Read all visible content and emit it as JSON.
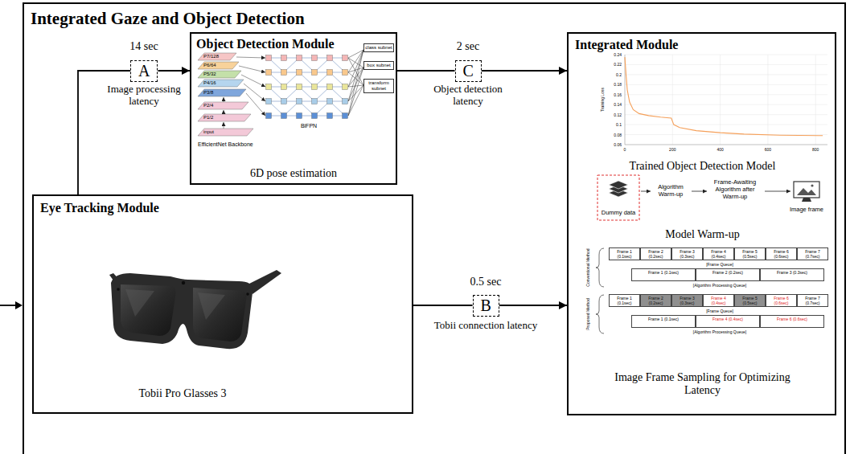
{
  "diagram": {
    "nodes": [
      {
        "text": [
          "Integrated Gaze and Object Detection"
        ]
      },
      {
        "text": [
          "A"
        ],
        "in": 0
      },
      {
        "text": [
          "Object Detection Module",
          "6D pose estimation"
        ],
        "in": 0
      },
      {
        "text": [
          "class subnet"
        ],
        "in": 2
      },
      {
        "text": [
          "box subnet"
        ],
        "in": 2
      },
      {
        "text": [
          "transform subnet"
        ],
        "in": 2
      },
      {
        "text": [
          "C"
        ],
        "in": 0
      },
      {
        "text": [
          "Integrated Module",
          "Trained Object Detection Model",
          "Model Warm-up",
          "Image Frame Sampling for Optimizing Latency"
        ],
        "in": 0
      },
      {
        "text": [
          "Eye Tracking Module",
          "Tobii Pro Glasses 3"
        ],
        "in": 0
      },
      {
        "text": [
          "B"
        ],
        "in": 0
      }
    ],
    "edges": [
      {
        "from": 8,
        "to": 1,
        "arrow": "none"
      },
      {
        "from": 1,
        "to": 2,
        "arrow": "to"
      },
      {
        "from": 2,
        "to": 6,
        "arrow": "none"
      },
      {
        "from": 6,
        "to": 7,
        "arrow": "to"
      },
      {
        "from": 8,
        "to": 9,
        "arrow": "none"
      },
      {
        "from": 9,
        "to": 7,
        "arrow": "to"
      }
    ],
    "labels": [
      "14 sec",
      "Image processing latency",
      "2 sec",
      "Object detection latency",
      "0.5 sec",
      "Tobii connection latency",
      "P7/128",
      "P6/64",
      "P5/32",
      "P4/16",
      "P3/8",
      "P2/4",
      "P1/2",
      "input",
      "EfficientNet Backbone",
      "BiFPN",
      "Training Loss",
      "0.24",
      "0.22",
      "0.2",
      "0.18",
      "0.16",
      "0.14",
      "0.12",
      "0.1",
      "0.08",
      "0.06",
      "0",
      "200",
      "400",
      "600",
      "800",
      "Dummy data",
      "Algorithm Warm-up",
      "Frame-Awaiting Algorithm after Warm-up",
      "Image frame",
      "Conventional Method",
      "Frame 1 (0.1sec)",
      "Frame 2 (0.2sec)",
      "Frame 3 (0.3sec)",
      "Frame 4 (0.4sec)",
      "Frame 5 (0.5sec)",
      "Frame 6 (0.6sec)",
      "Frame 7 (0.7sec)",
      "[Frame Queue]",
      "Frame 1 (0.1sec)",
      "Frame 2 (0.2sec)",
      "Frame 3 (0.3sec)",
      "[Algorithm Processing Queue]",
      "Proposed Method",
      "Frame 1 (0.1sec)",
      "Frame 2 (0.2sec)",
      "Frame 3 (0.3sec)",
      "Frame 4 (0.4sec)",
      "Frame 5 (0.5sec)",
      "Frame 6 (0.6sec)",
      "Frame 7 (0.7sec)",
      "[Frame Queue]",
      "Frame 1 (0.1sec)",
      "Frame 4 (0.4sec)",
      "Frame 6 (0.6sec)",
      "[Algorithm Processing Queue]"
    ]
  }
}
